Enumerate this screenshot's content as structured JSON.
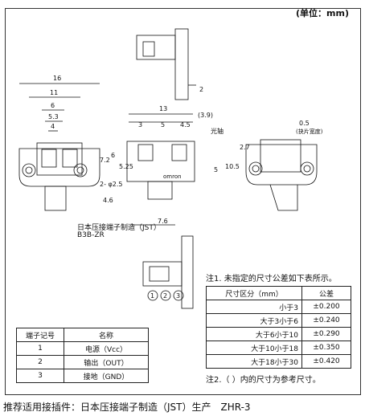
{
  "unit_label": "(单位：mm)",
  "drawing": {
    "dims_left": [
      "16",
      "11",
      "6",
      "5.3",
      "4",
      "2- φ2.5"
    ],
    "dims_top": [
      "2"
    ],
    "dims_front": [
      "13",
      "(3.9)",
      "3",
      "5",
      "4.5",
      "光轴",
      "7.2",
      "6",
      "5.25",
      "5",
      "10.5",
      "4.6",
      "7.6"
    ],
    "logo_text": "omron",
    "dims_right": [
      "0.5",
      "(抉片宽度)",
      "2.7"
    ],
    "connector_label": "日本压接端子制造（JST）",
    "connector_model": "B3B-ZR",
    "pin_circles": [
      "1",
      "2",
      "3"
    ]
  },
  "note1": "注1. 未指定的尺寸公差如下表所示。",
  "note2": "注2.（  ）内的尺寸为参考尺寸。",
  "tolerance_table": {
    "headers": [
      "尺寸区分（mm）",
      "公差"
    ],
    "rows": [
      [
        "小于3",
        "±0.200"
      ],
      [
        "大于3小于6",
        "±0.240"
      ],
      [
        "大于6小于10",
        "±0.290"
      ],
      [
        "大于10小于18",
        "±0.350"
      ],
      [
        "大于18小于30",
        "±0.420"
      ]
    ]
  },
  "pin_table": {
    "headers": [
      "端子记号",
      "名称"
    ],
    "rows": [
      [
        "1",
        "电源（Vcc）"
      ],
      [
        "2",
        "输出（OUT）"
      ],
      [
        "3",
        "接地（GND）"
      ]
    ]
  },
  "footer": "推荐适用接插件：日本压接端子制造（JST）生产　ZHR-3"
}
